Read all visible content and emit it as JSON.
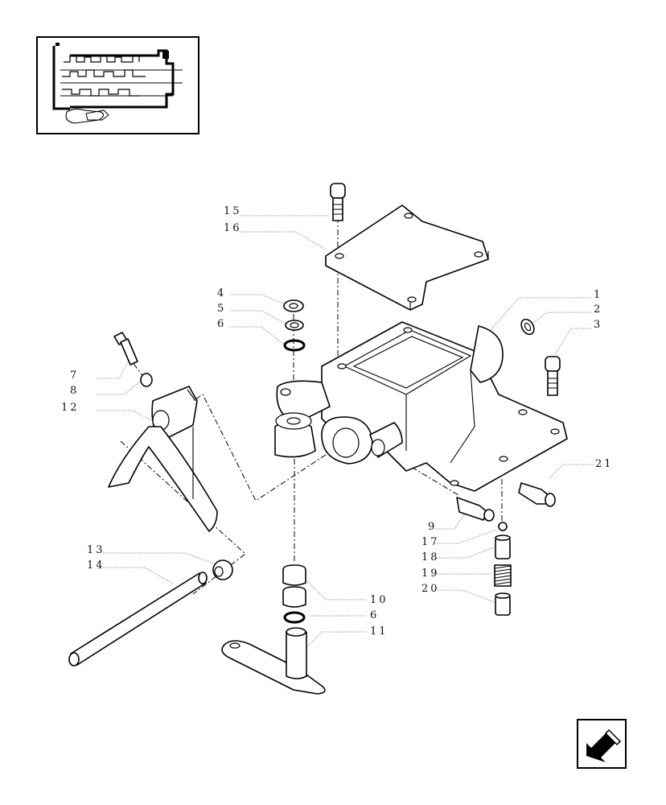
{
  "callouts": [
    {
      "id": "l15",
      "text": "15"
    },
    {
      "id": "l16",
      "text": "16"
    },
    {
      "id": "l4",
      "text": "4"
    },
    {
      "id": "l5",
      "text": "5"
    },
    {
      "id": "l6a",
      "text": "6"
    },
    {
      "id": "l1",
      "text": "1"
    },
    {
      "id": "l2",
      "text": "2"
    },
    {
      "id": "l3",
      "text": "3"
    },
    {
      "id": "l7",
      "text": "7"
    },
    {
      "id": "l8",
      "text": "8"
    },
    {
      "id": "l12",
      "text": "12"
    },
    {
      "id": "l21",
      "text": "21"
    },
    {
      "id": "l9",
      "text": "9"
    },
    {
      "id": "l17",
      "text": "17"
    },
    {
      "id": "l18",
      "text": "18"
    },
    {
      "id": "l19",
      "text": "19"
    },
    {
      "id": "l20",
      "text": "20"
    },
    {
      "id": "l13",
      "text": "13"
    },
    {
      "id": "l14",
      "text": "14"
    },
    {
      "id": "l10",
      "text": "10"
    },
    {
      "id": "l6b",
      "text": "6"
    },
    {
      "id": "l11",
      "text": "11"
    }
  ],
  "icons": {
    "thumbnail": "transmission-cutaway-thumbnail",
    "navigation": "back-arrow-icon"
  }
}
